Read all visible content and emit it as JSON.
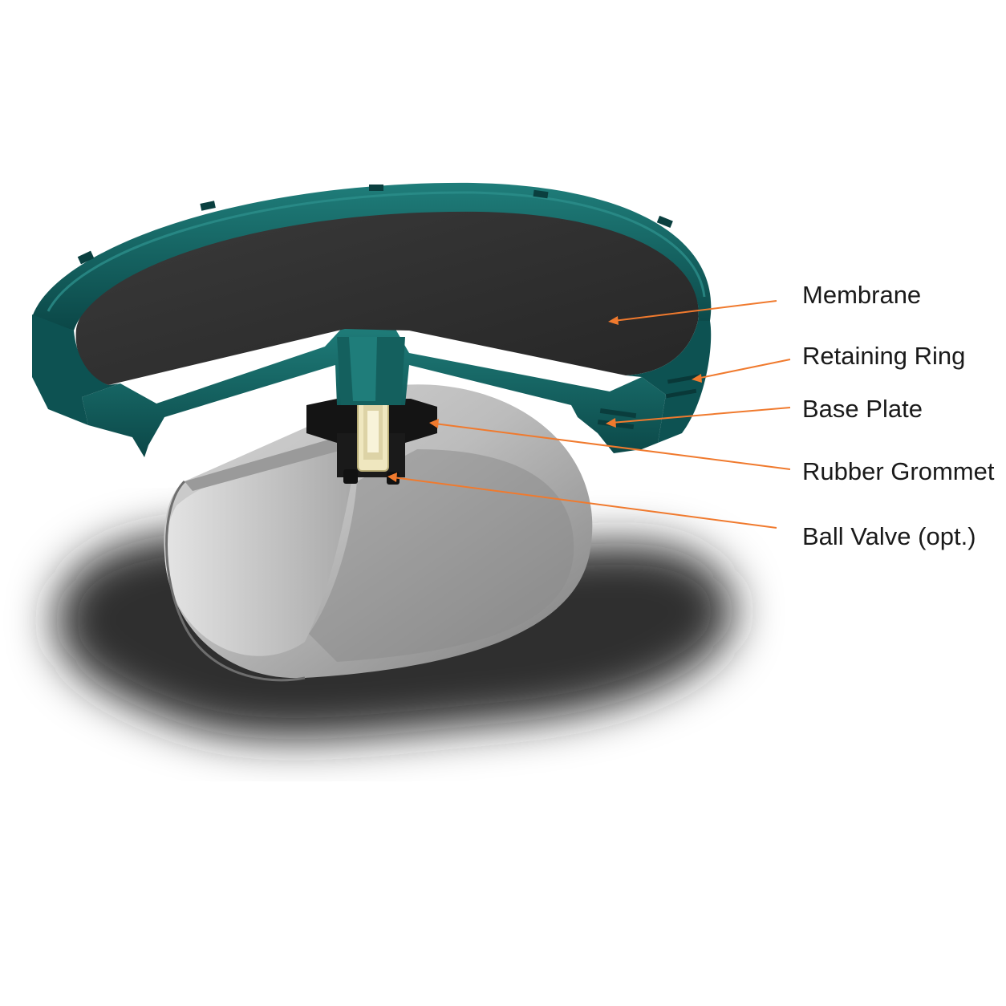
{
  "diagram": {
    "labels": {
      "membrane": "Membrane",
      "retaining_ring": "Retaining Ring",
      "base_plate": "Base Plate",
      "rubber_grommet": "Rubber Grommet",
      "ball_valve": "Ball Valve (opt.)"
    },
    "colors": {
      "ring": "#0f5a5a",
      "ring_highlight": "#1d7a78",
      "membrane": "#2f2f2f",
      "pipe": "#b4b4b4",
      "grommet": "#141414",
      "valve": "#efe7bf",
      "leader": "#f07a2e",
      "label": "#1a1a1a"
    }
  }
}
